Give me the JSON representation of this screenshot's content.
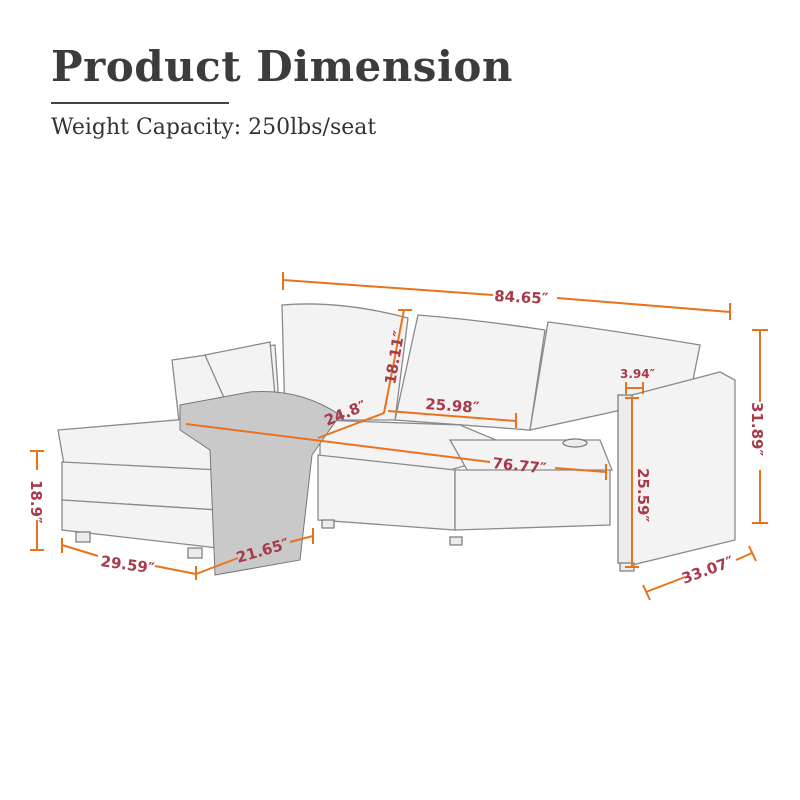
{
  "header": {
    "title": "Product Dimension",
    "subtitle": "Weight Capacity: 250lbs/seat"
  },
  "dimensions": {
    "overall_width": "84.65″",
    "overall_height": "31.89″",
    "overall_depth": "33.07″",
    "back_cushion_height": "18.11″",
    "seat_depth": "24.8″",
    "seat_width": "25.98″",
    "seat_total_width": "76.77″",
    "arm_width": "3.94″",
    "arm_height": "25.59″",
    "ottoman_height": "18.9″",
    "ottoman_length": "29.59″",
    "ottoman_width": "21.65″"
  },
  "colors": {
    "dimension_line": "#e8731e",
    "dimension_text": "#a83a4a",
    "title_text": "#3c3c3c"
  }
}
